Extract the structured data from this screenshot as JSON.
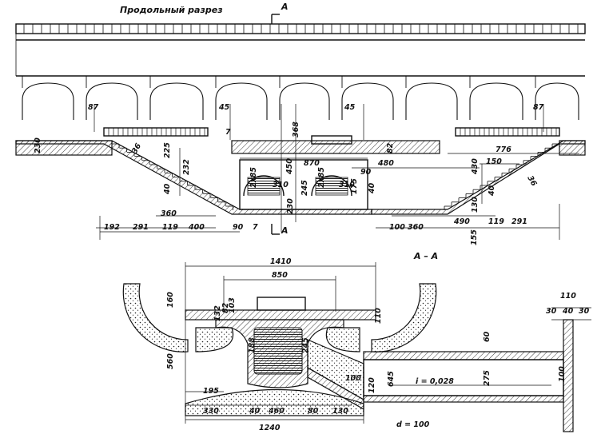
{
  "titles": {
    "longitudinal": "Продольный  разрез",
    "section_mark": "A",
    "section_mark_lower": "A",
    "cross_section": "A – A"
  },
  "upper_dims": {
    "d87_left": "87",
    "d45_left": "45",
    "d368": "368",
    "d45_right": "45",
    "d87_right": "87",
    "d7": "7",
    "d230": "230",
    "d36_left": "36",
    "d225": "225",
    "d40_left": "40",
    "d232": "232",
    "d450": "450",
    "d870": "870",
    "d82": "82",
    "d480": "480",
    "d776": "776",
    "d430": "430",
    "d150": "150",
    "d36_right": "36",
    "d2x85_left": "2x85",
    "d310_left": "310",
    "d245": "245",
    "d2x85_right": "2x85",
    "d310_right": "310",
    "d175": "175",
    "d90_inner": "90",
    "d40_center": "40",
    "d230_center": "230",
    "d40_right": "40",
    "d360_left": "360",
    "d130": "130",
    "d490": "490",
    "d192": "192",
    "d291_left": "291",
    "d119_left": "119",
    "d400": "400",
    "d90": "90",
    "d7_bottom": "7",
    "d100": "100",
    "d360_right": "360",
    "d119_right": "119",
    "d291_right": "291",
    "d155": "155"
  },
  "lower_dims": {
    "d1410": "1410",
    "d850": "850",
    "d160": "160",
    "d132": "132",
    "d82": "82",
    "d103": "103",
    "d110": "110",
    "d188": "188",
    "d245": "245",
    "d560": "560",
    "d60": "60",
    "d120": "120",
    "d100": "100",
    "d645": "645",
    "slope": "i = 0,028",
    "d275": "275",
    "d100_right": "100",
    "d110_top": "110",
    "d30_a": "30",
    "d40": "40",
    "d30_b": "30",
    "d195": "195",
    "d330": "330",
    "d40_bottom": "40",
    "d460": "460",
    "d80": "80",
    "d130": "130",
    "d1240": "1240",
    "pipe": "d = 100"
  }
}
